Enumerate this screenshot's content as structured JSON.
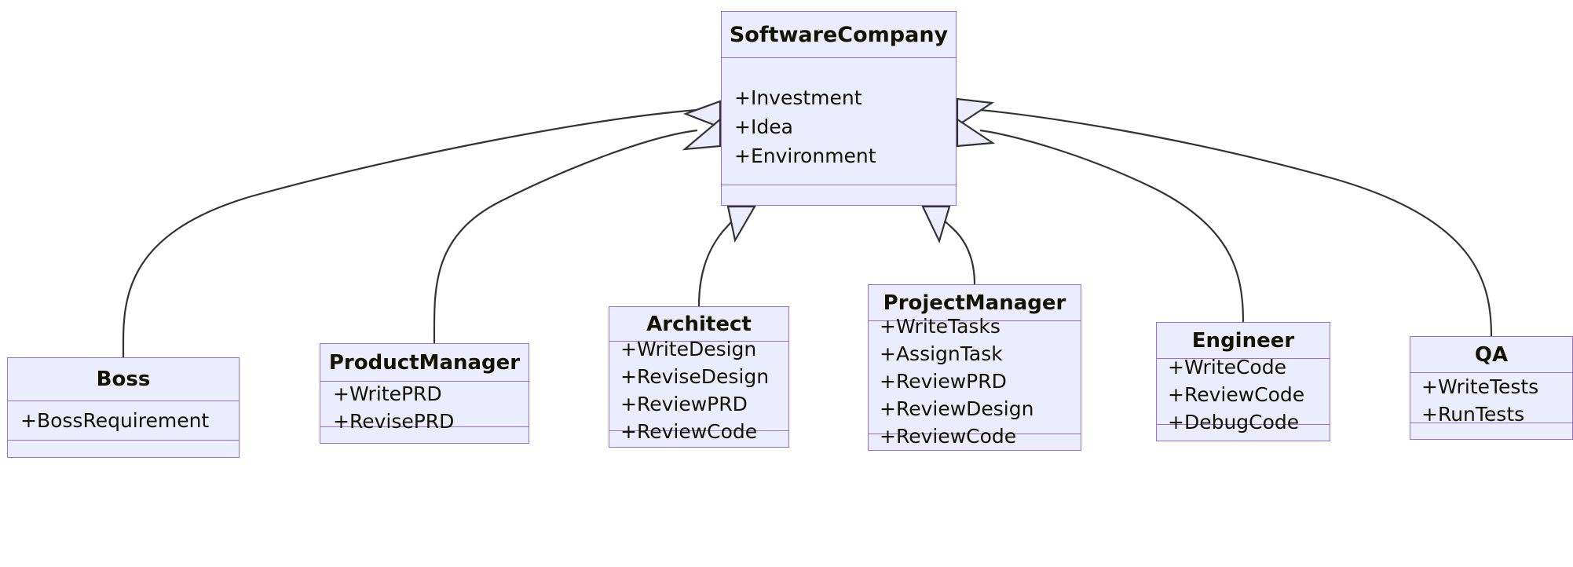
{
  "diagram": {
    "kind": "uml-class-diagram",
    "relationship": "inheritance",
    "colors": {
      "node_fill": "#ECECFF",
      "node_border": "#9370DB",
      "edge_stroke": "#333333",
      "text": "#131300",
      "background": "#FFFFFF"
    },
    "parent": {
      "id": "softwarecompany",
      "name": "SoftwareCompany",
      "attributes": [
        "+Investment",
        "+Idea",
        "+Environment"
      ],
      "methods": []
    },
    "children": [
      {
        "id": "boss",
        "name": "Boss",
        "attributes": [
          "+BossRequirement"
        ],
        "methods": []
      },
      {
        "id": "productmanager",
        "name": "ProductManager",
        "attributes": [
          "+WritePRD",
          "+RevisePRD"
        ],
        "methods": []
      },
      {
        "id": "architect",
        "name": "Architect",
        "attributes": [
          "+WriteDesign",
          "+ReviseDesign",
          "+ReviewPRD",
          "+ReviewCode"
        ],
        "methods": []
      },
      {
        "id": "projectmanager",
        "name": "ProjectManager",
        "attributes": [
          "+WriteTasks",
          "+AssignTask",
          "+ReviewPRD",
          "+ReviewDesign",
          "+ReviewCode"
        ],
        "methods": []
      },
      {
        "id": "engineer",
        "name": "Engineer",
        "attributes": [
          "+WriteCode",
          "+ReviewCode",
          "+DebugCode"
        ],
        "methods": []
      },
      {
        "id": "qa",
        "name": "QA",
        "attributes": [
          "+WriteTests",
          "+RunTests"
        ],
        "methods": []
      }
    ],
    "edges": [
      {
        "from": "boss",
        "to": "softwarecompany",
        "type": "inheritance"
      },
      {
        "from": "productmanager",
        "to": "softwarecompany",
        "type": "inheritance"
      },
      {
        "from": "architect",
        "to": "softwarecompany",
        "type": "inheritance"
      },
      {
        "from": "projectmanager",
        "to": "softwarecompany",
        "type": "inheritance"
      },
      {
        "from": "engineer",
        "to": "softwarecompany",
        "type": "inheritance"
      },
      {
        "from": "qa",
        "to": "softwarecompany",
        "type": "inheritance"
      }
    ]
  }
}
